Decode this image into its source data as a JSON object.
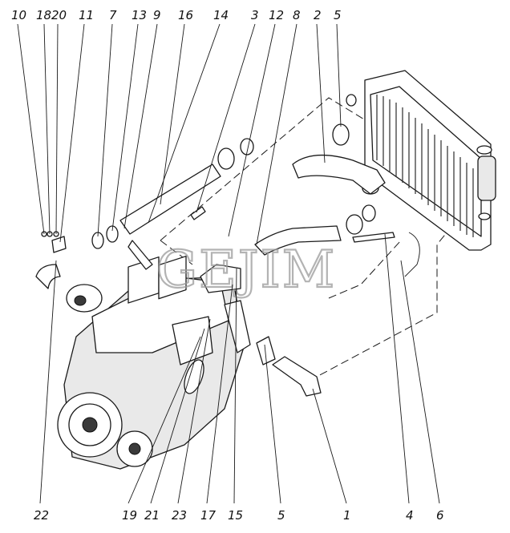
{
  "watermark": "GEJIM",
  "callouts_top": [
    "10",
    "18",
    "20",
    "11",
    "7",
    "13",
    "9",
    "16",
    "14",
    "3",
    "12",
    "8",
    "2",
    "5"
  ],
  "callouts_bottom": [
    "22",
    "19",
    "21",
    "23",
    "17",
    "15",
    "5",
    "1",
    "4",
    "6"
  ]
}
